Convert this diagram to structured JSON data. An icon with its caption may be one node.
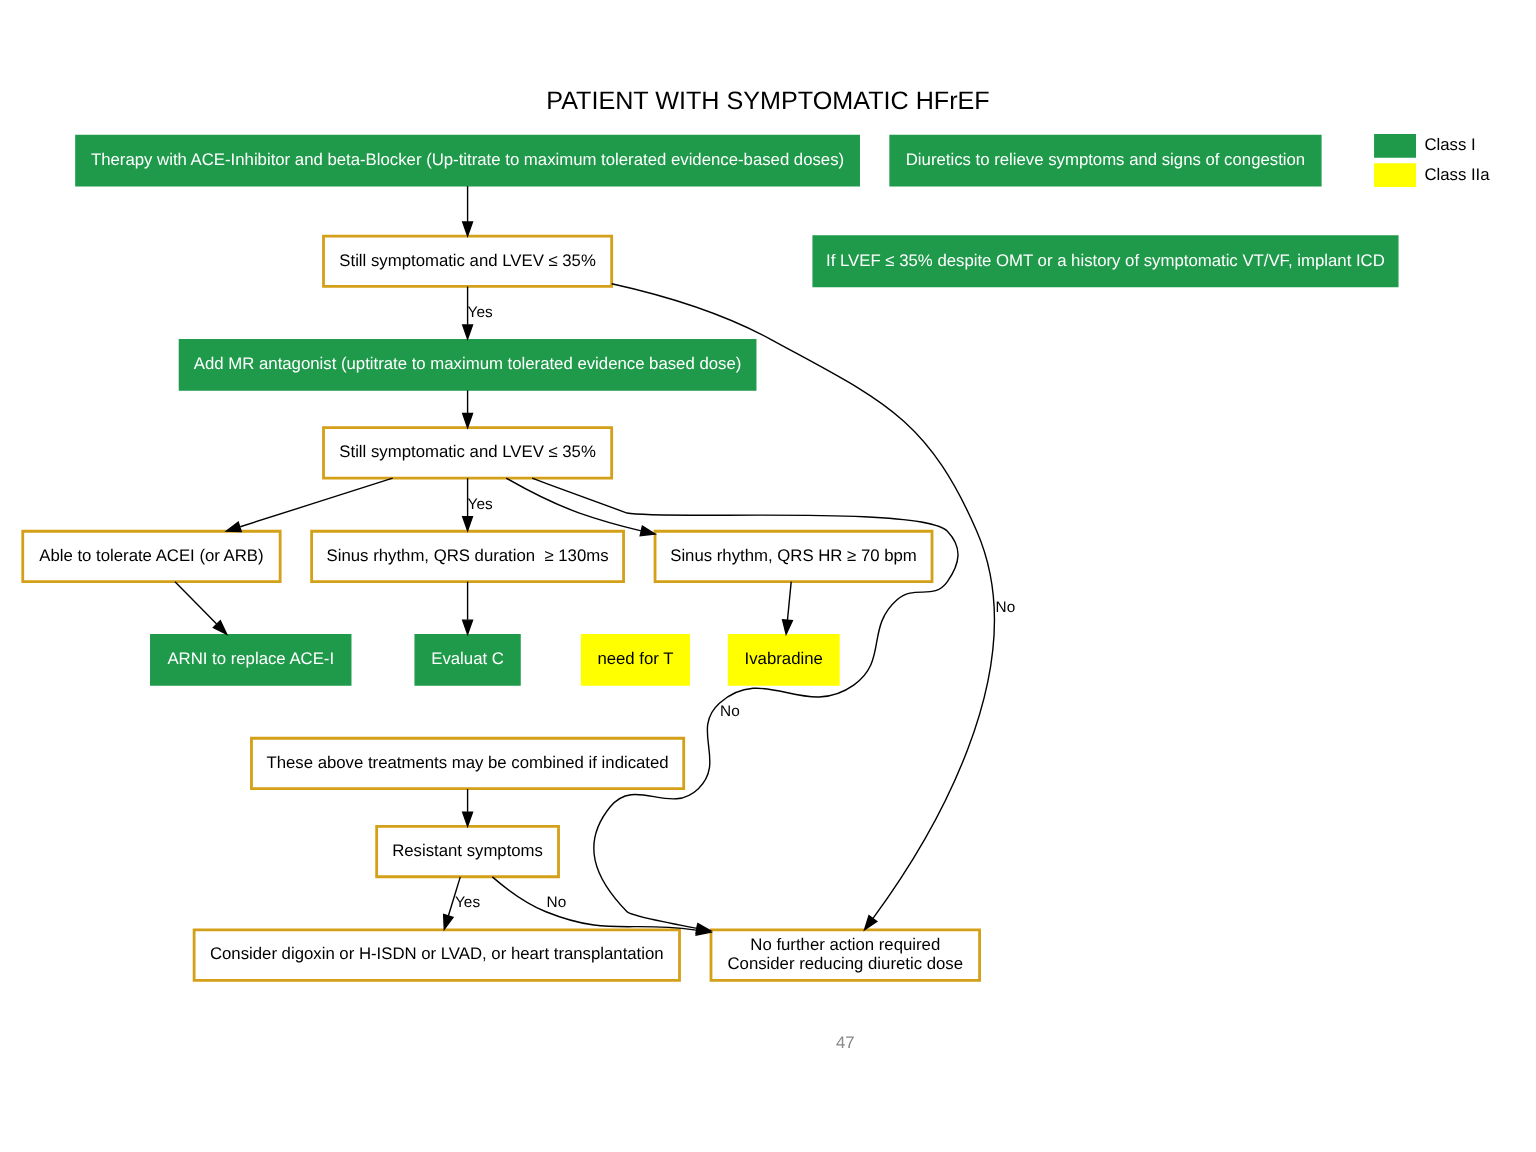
{
  "diagram": {
    "title": "PATIENT WITH SYMPTOMATIC HFrEF",
    "nodes": [
      {
        "text": [
          "Therapy with ACE-Inhibitor and beta-Blocker (Up-titrate to maximum tolerated evidence-based doses)"
        ]
      },
      {
        "text": [
          "Still symptomatic and LVEV ≤ 35%"
        ]
      },
      {
        "text": [
          "Add MR antagonist (uptitrate to maximum tolerated evidence based dose)"
        ]
      },
      {
        "text": [
          "Still symptomatic and LVEV ≤ 35%"
        ]
      },
      {
        "text": [
          "Able to tolerate ACEI (or ARB)"
        ]
      },
      {
        "text": [
          "Sinus rhythm, QRS duration  ≥ 130ms"
        ]
      },
      {
        "text": [
          "Sinus rhythm, QRS HR ≥ 70 bpm"
        ]
      },
      {
        "text": [
          "ARNI to replace ACE-I"
        ]
      },
      {
        "text": [
          "Evaluat C"
        ]
      },
      {
        "text": [
          "need for T"
        ]
      },
      {
        "text": [
          "Ivabradine"
        ]
      },
      {
        "text": [
          "These above treatments may be combined if indicated"
        ]
      },
      {
        "text": [
          "Resistant symptoms"
        ]
      },
      {
        "text": [
          "Consider digoxin or H-ISDN or LVAD, or heart transplantation"
        ]
      },
      {
        "text": [
          "No further action required",
          "Consider reducing diuretic dose"
        ]
      },
      {
        "text": [
          "Diuretics to relieve symptoms and signs of congestion"
        ]
      },
      {
        "text": [
          "If LVEF ≤ 35% despite OMT or a history of symptomatic VT/VF, implant ICD"
        ]
      }
    ],
    "edges": [
      {
        "from": 0,
        "to": 1,
        "arrow": "to"
      },
      {
        "from": 1,
        "to": 2,
        "arrow": "to",
        "label": "Yes"
      },
      {
        "from": 1,
        "to": 14,
        "arrow": "to",
        "label": "No"
      },
      {
        "from": 2,
        "to": 3,
        "arrow": "to"
      },
      {
        "from": 3,
        "to": 14,
        "arrow": "to",
        "label": "No"
      },
      {
        "from": 3,
        "to": 4,
        "arrow": "to"
      },
      {
        "from": 3,
        "to": 5,
        "arrow": "to",
        "label": "Yes"
      },
      {
        "from": 3,
        "to": 6,
        "arrow": "to"
      },
      {
        "from": 4,
        "to": 7,
        "arrow": "to"
      },
      {
        "from": 5,
        "to": 8,
        "arrow": "to"
      },
      {
        "from": 6,
        "to": 10,
        "arrow": "to"
      },
      {
        "from": 11,
        "to": 12,
        "arrow": "to"
      },
      {
        "from": 12,
        "to": 13,
        "arrow": "to",
        "label": "Yes"
      },
      {
        "from": 12,
        "to": 14,
        "arrow": "to",
        "label": "No"
      }
    ],
    "labels": [
      "47"
    ],
    "legend": [
      {
        "text": "Class I",
        "color": "#1e9a4a"
      },
      {
        "text": "Class IIa",
        "color": "#ffff00"
      }
    ]
  }
}
